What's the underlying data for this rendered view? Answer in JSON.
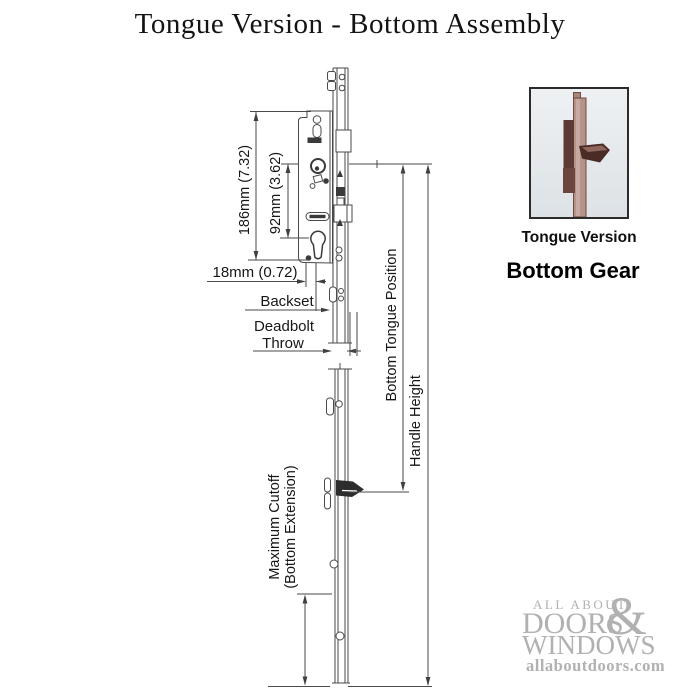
{
  "title": "Tongue Version - Bottom Assembly",
  "diagram": {
    "dim_186": "186mm (7.32)",
    "dim_92": "92mm (3.62)",
    "dim_18": "18mm (0.72)",
    "backset_label": "Backset",
    "deadbolt_label_line1": "Deadbolt",
    "deadbolt_label_line2": "Throw",
    "bottom_tongue_label": "Bottom Tongue Position",
    "handle_height_label": "Handle Height",
    "max_cutoff_label_line1": "Maximum Cutoff",
    "max_cutoff_label_line2": "(Bottom Extension)"
  },
  "inset": {
    "caption": "Tongue Version",
    "title": "Bottom Gear"
  },
  "watermark": {
    "line1": "ALL ABOUT",
    "line2": "DOORS",
    "ampersand": "&",
    "line3": "WINDOWS",
    "url": "allaboutdoors.com"
  },
  "colors": {
    "background": "#ffffff",
    "drawing_line": "#4a4a4a",
    "label_text": "#161616",
    "watermark_gray": "#b1b1b1",
    "inset_background": "#e6ebee",
    "hardware_bronze_dark": "#4a2b25",
    "hardware_bronze_mid": "#6b443c",
    "hardware_bronze_light": "#b4948a"
  }
}
